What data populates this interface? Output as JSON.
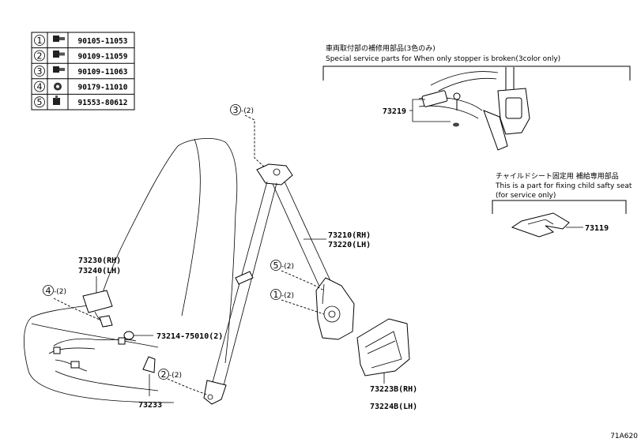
{
  "fastener_table": [
    {
      "no": "1",
      "part": "90105-11053"
    },
    {
      "no": "2",
      "part": "90109-11059"
    },
    {
      "no": "3",
      "part": "90109-11063"
    },
    {
      "no": "4",
      "part": "90179-11010"
    },
    {
      "no": "5",
      "part": "91553-80612"
    }
  ],
  "notes": {
    "special_jp": "車両取付部の補修用部品(3色のみ)",
    "special_en": "Special service parts for When only stopper is broken(3color only)",
    "child_jp": "チャイルドシート固定用 補給専用部品",
    "child_en1": "This is a part for fixing child safty seat",
    "child_en2": "(for service only)"
  },
  "labels": {
    "p73219": "73219",
    "p73119": "73119",
    "p73210": "73210(RH)",
    "p73220": "73220(LH)",
    "p73230": "73230(RH)",
    "p73240": "73240(LH)",
    "p73214": "73214-75010(2)",
    "p73233": "73233",
    "p73223b": "73223B(RH)",
    "p73224b": "73224B(LH)"
  },
  "callouts": {
    "c3": {
      "num": "3",
      "qty": "-(2)"
    },
    "c5": {
      "num": "5",
      "qty": "-(2)"
    },
    "c1": {
      "num": "1",
      "qty": "-(2)"
    },
    "c4": {
      "num": "4",
      "qty": "-(2)"
    },
    "c2": {
      "num": "2",
      "qty": "-(2)"
    }
  },
  "diagram_code": "71A620"
}
